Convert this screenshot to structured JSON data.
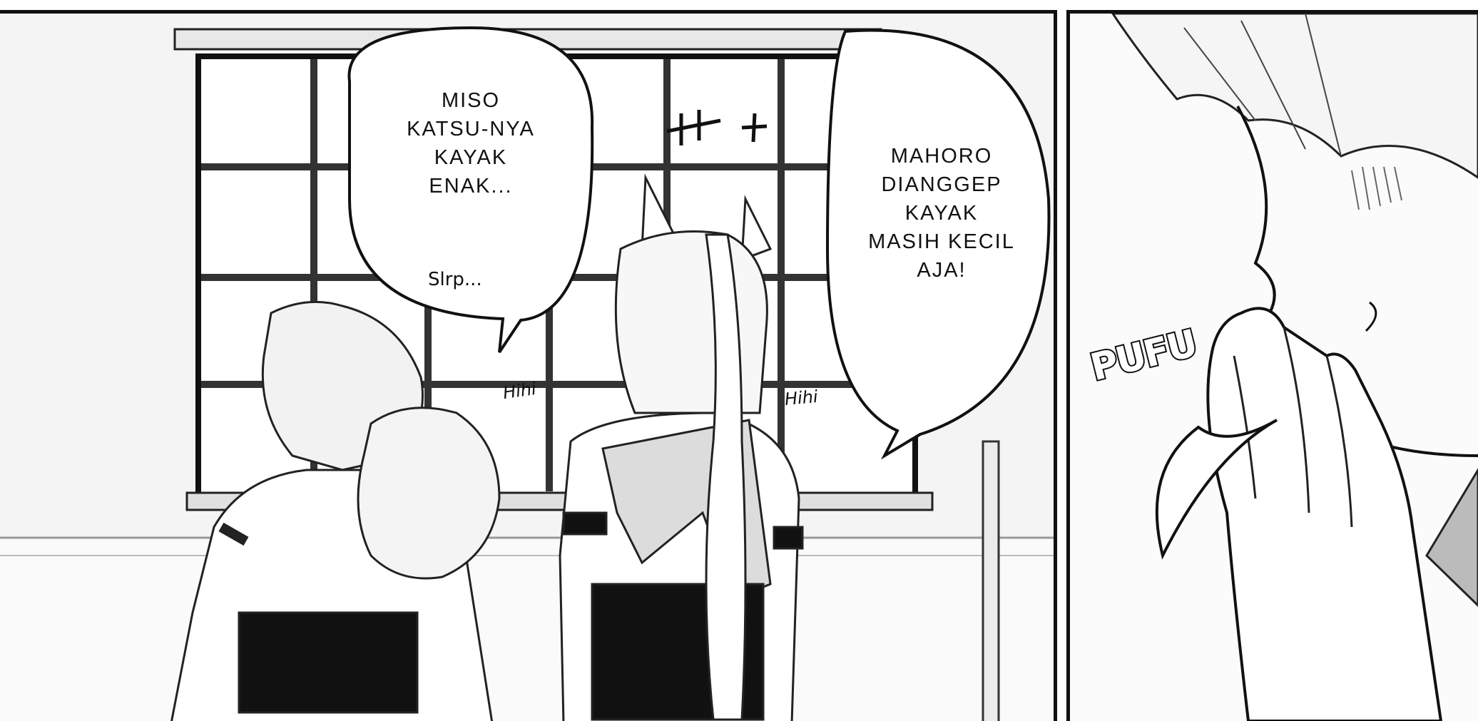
{
  "panels": {
    "left": {
      "bubble_1": {
        "lines": [
          "MISO",
          "KATSU-NYA",
          "KAYAK",
          "ENAK..."
        ],
        "whisper": "Slrp..."
      },
      "bubble_2": {
        "lines": [
          "MAHORO",
          "DIANGGEP",
          "KAYAK",
          "MASIH KECIL",
          "AJA!"
        ]
      },
      "sfx_left": "Hihi",
      "sfx_right": "Hihi"
    },
    "right": {
      "sfx": "PUFU"
    }
  },
  "colors": {
    "ink": "#111111",
    "paper": "#ffffff",
    "tone": "#d9d9d9"
  }
}
